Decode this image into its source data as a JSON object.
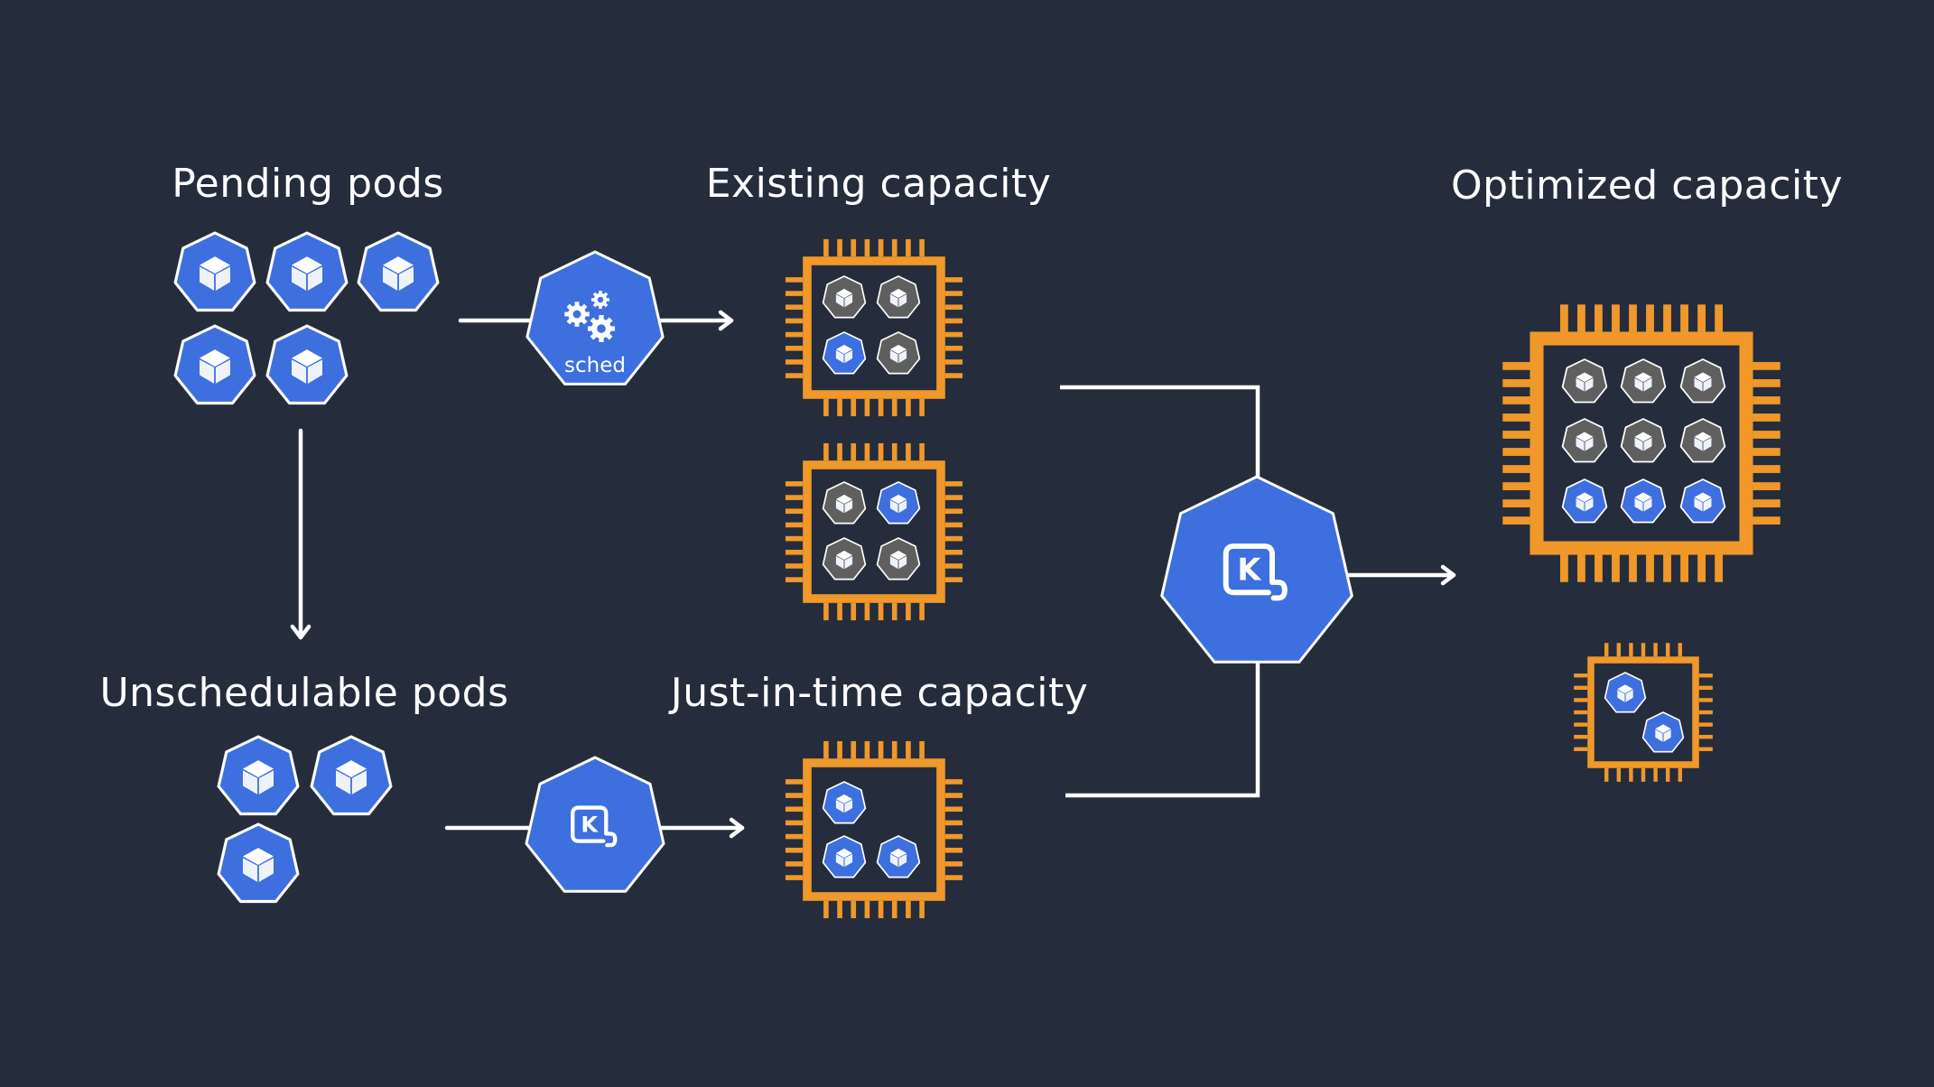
{
  "labels": {
    "pending": "Pending pods",
    "existing": "Existing capacity",
    "optimized": "Optimized capacity",
    "unschedulable": "Unschedulable pods",
    "just_in_time": "Just-in-time capacity"
  },
  "scheduler_badge": "sched",
  "karpenter_glyph": "K",
  "colors": {
    "background": "#252d3c",
    "pod_blue": "#3d6fde",
    "pod_gray": "#5f5f5f",
    "node_orange": "#f0982a",
    "arrow": "#ffffff"
  },
  "icons": [
    "pod-icon",
    "scheduler-icon",
    "karpenter-icon",
    "node-chip-icon",
    "arrow-icon"
  ]
}
